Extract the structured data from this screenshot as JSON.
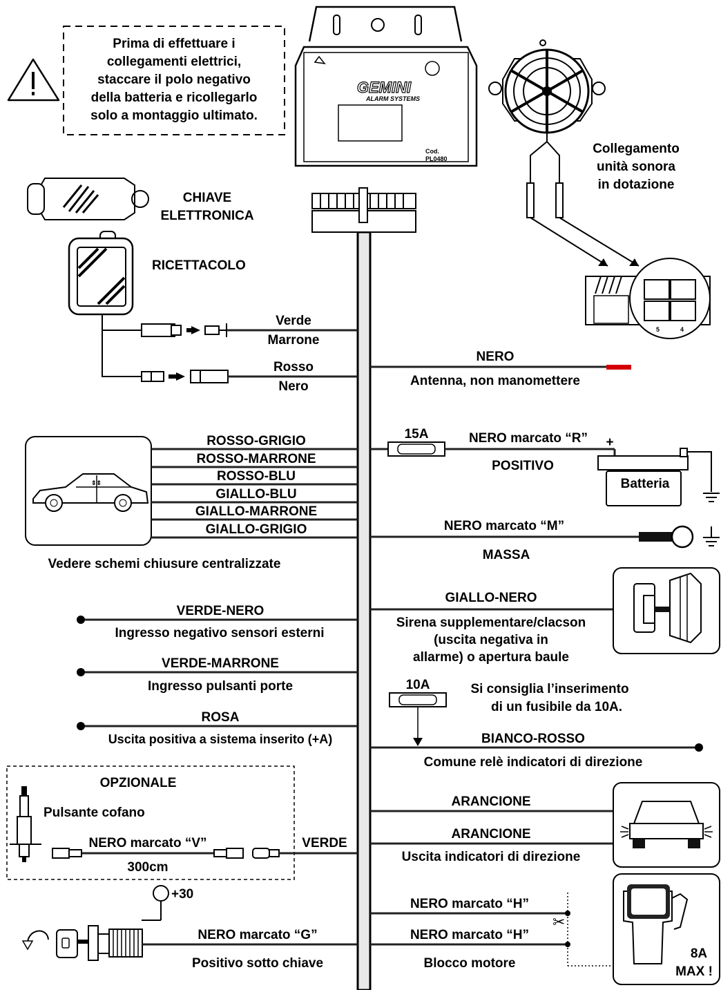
{
  "warning": {
    "lines": [
      "Prima di effettuare i",
      "collegamenti elettrici,",
      "staccare il polo negativo",
      "della batteria e ricollegarlo",
      "solo a montaggio ultimato."
    ]
  },
  "control_unit": {
    "brand": "GEMINI",
    "subtitle": "ALARM SYSTEMS",
    "code_label": "Cod.",
    "code_value": "PL0480"
  },
  "siren": {
    "caption_lines": [
      "Collegamento",
      "unità sonora",
      "in dotazione"
    ],
    "pin_a": "5",
    "pin_b": "4"
  },
  "key": {
    "label_lines": [
      "CHIAVE",
      "ELETTRONICA"
    ]
  },
  "receptacle": {
    "label": "RICETTACOLO",
    "wire1_top": "Verde",
    "wire1_bottom": "Marrone",
    "wire2_top": "Rosso",
    "wire2_bottom": "Nero"
  },
  "antenna": {
    "wire": "NERO",
    "desc": "Antenna, non manomettere",
    "tip_color": "#d40000"
  },
  "battery_line": {
    "fuse": "15A",
    "wire": "NERO marcato “R”",
    "desc": "POSITIVO",
    "battery": "Batteria",
    "plus": "+"
  },
  "locks": {
    "wires": [
      "ROSSO-GRIGIO",
      "ROSSO-MARRONE",
      "ROSSO-BLU",
      "GIALLO-BLU",
      "GIALLO-MARRONE",
      "GIALLO-GRIGIO"
    ],
    "caption": "Vedere schemi chiusure centralizzate"
  },
  "ground": {
    "wire": "NERO marcato “M”",
    "desc": "MASSA"
  },
  "left_wires": [
    {
      "wire": "VERDE-NERO",
      "desc": "Ingresso negativo sensori esterni"
    },
    {
      "wire": "VERDE-MARRONE",
      "desc": "Ingresso pulsanti porte"
    },
    {
      "wire": "ROSA",
      "desc": "Uscita positiva a sistema inserito (+A)"
    }
  ],
  "siren_aux": {
    "wire": "GIALLO-NERO",
    "desc_lines": [
      "Sirena supplementare/clacson",
      "(uscita negativa in",
      "allarme) o apertura baule"
    ]
  },
  "fuse_note": {
    "fuse": "10A",
    "lines": [
      "Si consiglia l’inserimento",
      "di un fusibile da 10A."
    ]
  },
  "indicator_relay": {
    "wire": "BIANCO-ROSSO",
    "desc": "Comune relè indicatori di direzione"
  },
  "optional": {
    "title": "OPZIONALE",
    "device": "Pulsante cofano",
    "wire": "NERO marcato “V”",
    "length": "300cm",
    "end_wire": "VERDE"
  },
  "indicators": {
    "wire1": "ARANCIONE",
    "wire2": "ARANCIONE",
    "desc": "Uscita indicatori di direzione"
  },
  "ignition": {
    "terminal": "+30",
    "wire": "NERO marcato “G”",
    "desc": "Positivo sotto chiave"
  },
  "engine_block": {
    "wire1": "NERO marcato “H”",
    "wire2": "NERO marcato “H”",
    "desc": "Blocco motore",
    "rating_lines": [
      "8A",
      "MAX !"
    ]
  }
}
